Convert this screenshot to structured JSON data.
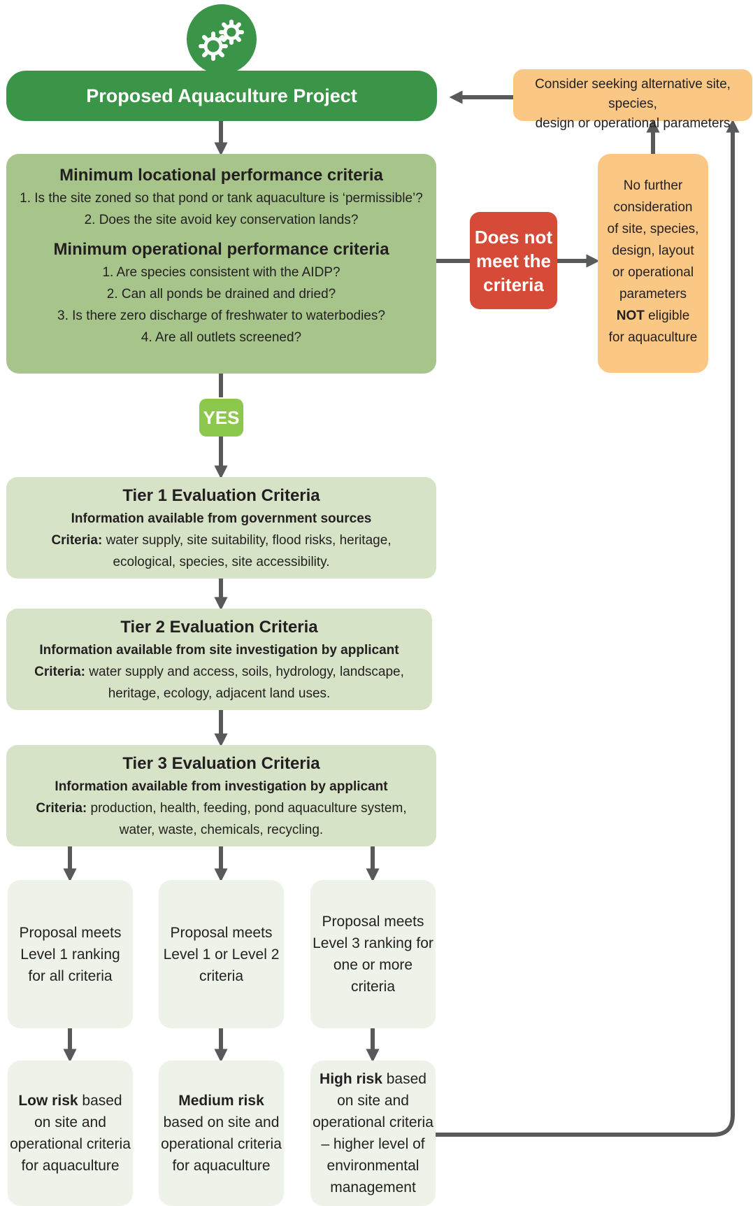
{
  "colors": {
    "dark_green": "#3b9548",
    "mid_green": "#a7c48b",
    "light_green": "#d6e3c6",
    "pale_green": "#eef3e9",
    "yes_green": "#8cc84b",
    "red": "#d54b38",
    "orange": "#fbc784",
    "arrow": "#58595b"
  },
  "icons": {
    "top": "gears-icon"
  },
  "project": {
    "title": "Proposed Aquaculture Project"
  },
  "minimum": {
    "locational_title": "Minimum locational performance criteria",
    "locational_items": [
      "1. Is the site zoned so that pond or tank aquaculture is ‘permissible’?",
      "2. Does the site avoid key conservation lands?"
    ],
    "operational_title": "Minimum operational performance criteria",
    "operational_items": [
      "1. Are species consistent with the AIDP?",
      "2. Can all ponds be drained and dried?",
      "3. Is there zero discharge of freshwater to waterbodies?",
      "4. Are all outlets screened?"
    ]
  },
  "not_meet": {
    "lines": [
      "Does not",
      "meet the",
      "criteria"
    ]
  },
  "no_further": {
    "lines": [
      "No further",
      "consideration",
      "of site, species,",
      "design, layout",
      "or operational",
      "parameters"
    ],
    "not_word": "NOT",
    "eligible_rest": " eligible",
    "last_line": "for aquaculture"
  },
  "consider": {
    "lines": [
      "Consider seeking alternative site, species,",
      "design or operational parameters"
    ]
  },
  "yes": {
    "label": "YES"
  },
  "tiers": [
    {
      "title": "Tier 1 Evaluation Criteria",
      "subtitle": "Information available from government sources",
      "criteria_label": "Criteria:",
      "criteria_line1": " water supply, site suitability, flood risks, heritage,",
      "criteria_line2": "ecological, species, site accessibility."
    },
    {
      "title": "Tier 2 Evaluation Criteria",
      "subtitle": "Information available from site investigation by applicant",
      "criteria_label": "Criteria:",
      "criteria_line1": " water supply and access, soils, hydrology, landscape,",
      "criteria_line2": "heritage, ecology, adjacent land uses."
    },
    {
      "title": "Tier 3 Evaluation Criteria",
      "subtitle": "Information available from investigation by applicant",
      "criteria_label": "Criteria:",
      "criteria_line1": " production, health, feeding, pond aquaculture system,",
      "criteria_line2": "water, waste, chemicals, recycling."
    }
  ],
  "levels": [
    {
      "lines": [
        "Proposal meets",
        "Level 1 ranking",
        "for all criteria"
      ]
    },
    {
      "lines": [
        "Proposal meets",
        "Level 1 or Level 2",
        "criteria"
      ]
    },
    {
      "lines": [
        "Proposal meets",
        "Level 3 ranking for",
        "one or more criteria"
      ]
    }
  ],
  "risks": {
    "low": {
      "bold": "Low risk",
      "first_rest": " based",
      "lines": [
        "on site and",
        "operational criteria",
        "for aquaculture"
      ]
    },
    "medium": {
      "bold": "Medium risk",
      "lines": [
        "based on site and",
        "operational criteria",
        "for aquaculture"
      ]
    },
    "high": {
      "bold": "High risk",
      "first_rest": " based",
      "lines": [
        "on site and",
        "operational criteria",
        "– higher level of",
        "environmental",
        "management"
      ]
    }
  }
}
